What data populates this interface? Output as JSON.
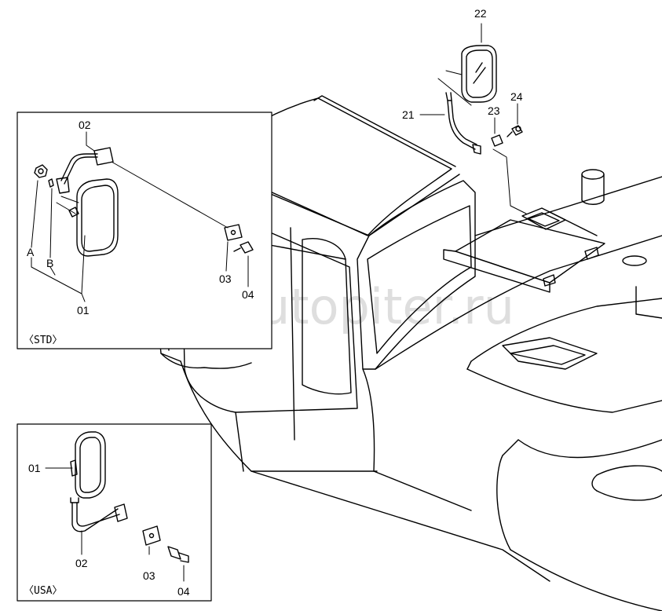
{
  "diagram": {
    "watermark": "autopiter.ru",
    "main_labels": {
      "p21": "21",
      "p22": "22",
      "p23": "23",
      "p24": "24"
    },
    "std_box": {
      "caption": "〈STD〉",
      "p02": "02",
      "p03": "03",
      "p04": "04",
      "p01": "01",
      "pA": "A",
      "pB": "B"
    },
    "usa_box": {
      "caption": "〈USA〉",
      "p01": "01",
      "p02": "02",
      "p03": "03",
      "p04": "04"
    }
  }
}
